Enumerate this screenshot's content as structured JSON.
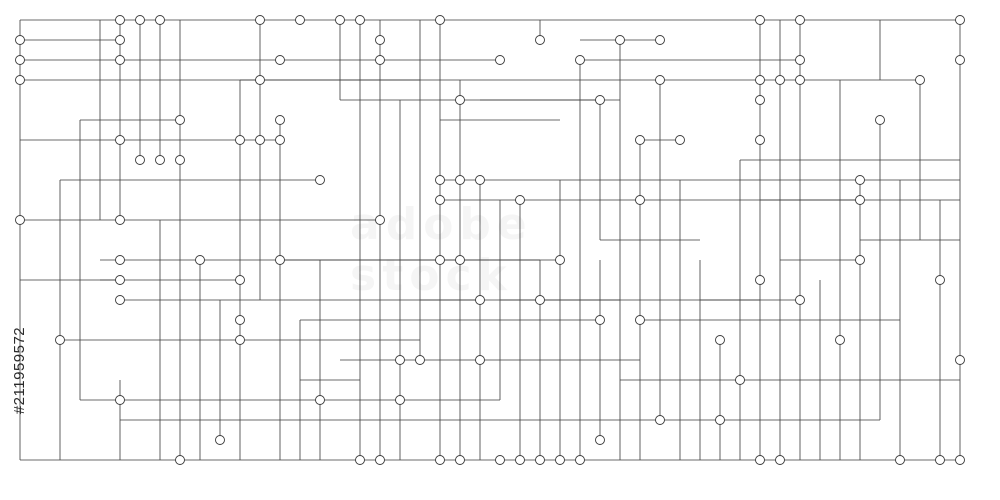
{
  "image": {
    "kind": "circuit-line-pattern",
    "line_color": "#3a3a3a",
    "node_fill": "#ffffff",
    "background": "#ffffff"
  },
  "watermark": {
    "brand_text": "adobe stock",
    "stock_id": "#211959572"
  }
}
